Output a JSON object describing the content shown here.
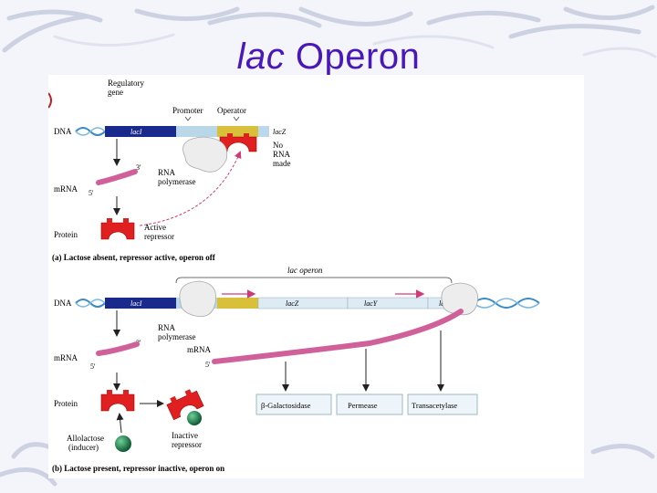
{
  "slide": {
    "title_italic": "lac",
    "title_rest": " Operon"
  },
  "panel_a": {
    "labels": {
      "regulatory_gene": [
        "Regulatory",
        "gene"
      ],
      "promoter": "Promoter",
      "operator": "Operator",
      "dna": "DNA",
      "laci": "lacI",
      "lacz": "lacZ",
      "no_rna": [
        "No",
        "RNA",
        "made"
      ],
      "five_prime_top": "3'",
      "mrna": "mRNA",
      "five_prime": "5'",
      "rna_pol": [
        "RNA",
        "polymerase"
      ],
      "protein": "Protein",
      "active_repressor": [
        "Active",
        "repressor"
      ]
    },
    "caption": "(a) Lactose absent, repressor active, operon off"
  },
  "panel_b": {
    "labels": {
      "lac_operon": "lac operon",
      "dna": "DNA",
      "laci": "lacI",
      "lacz": "lacZ",
      "lacy": "lacY",
      "laca": "lacA",
      "rna_pol": [
        "RNA",
        "polymerase"
      ],
      "three_prime": "3'",
      "mrna": "mRNA",
      "five_prime": "5'",
      "mrna_long": "mRNA",
      "five_prime_long": "5'",
      "protein": "Protein",
      "allolactose": [
        "Allolactose",
        "(inducer)"
      ],
      "inactive_repressor": [
        "Inactive",
        "repressor"
      ],
      "products": [
        "β-Galactosidase",
        "Permease",
        "Transacetylase"
      ]
    },
    "caption": "(b) Lactose present, repressor inactive, operon on"
  },
  "colors": {
    "title": "#4a18b8",
    "laci_block": "#1a2a8c",
    "promoter_block": "#b8d8e8",
    "operator_block": "#d8c03a",
    "repressor": "#e02020",
    "mrna": "#d0609a",
    "arrow_pink": "#d03a7a",
    "inducer": "#1e7a4a",
    "dna_helix": "#3a8ac8"
  }
}
